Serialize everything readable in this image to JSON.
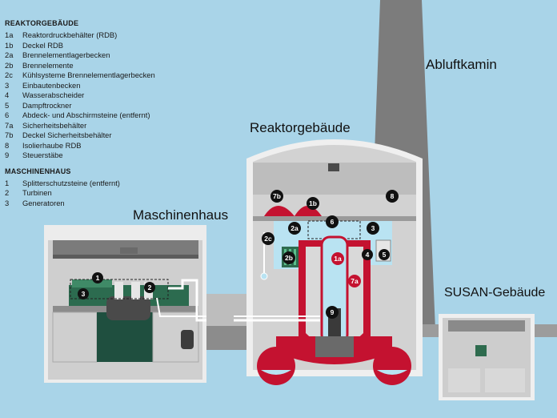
{
  "legend": {
    "reaktor_title": "REAKTORGEBÄUDE",
    "reaktor_items": [
      {
        "num": "1a",
        "label": "Reaktordruckbehälter (RDB)"
      },
      {
        "num": "1b",
        "label": "Deckel RDB"
      },
      {
        "num": "2a",
        "label": "Brennelementlagerbecken"
      },
      {
        "num": "2b",
        "label": "Brennelemente"
      },
      {
        "num": "2c",
        "label": "Kühlsysteme Brennelementlagerbecken"
      },
      {
        "num": "3",
        "label": "Einbautenbecken"
      },
      {
        "num": "4",
        "label": "Wasserabscheider"
      },
      {
        "num": "5",
        "label": "Dampftrockner"
      },
      {
        "num": "6",
        "label": "Abdeck- und Abschirmsteine (entfernt)"
      },
      {
        "num": "7a",
        "label": "Sicherheitsbehälter"
      },
      {
        "num": "7b",
        "label": "Deckel Sicherheitsbehälter"
      },
      {
        "num": "8",
        "label": "Isolierhaube RDB"
      },
      {
        "num": "9",
        "label": "Steuerstäbe"
      }
    ],
    "maschinen_title": "MASCHINENHAUS",
    "maschinen_items": [
      {
        "num": "1",
        "label": "Splitterschutzsteine (entfernt)"
      },
      {
        "num": "2",
        "label": "Turbinen"
      },
      {
        "num": "3",
        "label": "Generatoren"
      }
    ]
  },
  "labels": {
    "abluftkamin": "Abluftkamin",
    "reaktorgebaeude": "Reaktorgebäude",
    "maschinenhaus": "Maschinenhaus",
    "susan": "SUSAN-Gebäude"
  },
  "markers": {
    "m1a": "1a",
    "m1b": "1b",
    "m2a": "2a",
    "m2b": "2b",
    "m2c": "2c",
    "m3": "3",
    "m4": "4",
    "m5": "5",
    "m6": "6",
    "m7a": "7a",
    "m7b": "7b",
    "m8": "8",
    "m9": "9",
    "t1": "1",
    "t2": "2",
    "t3": "3"
  },
  "colors": {
    "sky": "#a9d4e8",
    "concrete": "#9c9c9c",
    "wall": "#e6e6e6",
    "dark": "#3c3c3c",
    "red": "#c41230",
    "water": "#b9e3f2",
    "green": "#2e6b4e"
  }
}
